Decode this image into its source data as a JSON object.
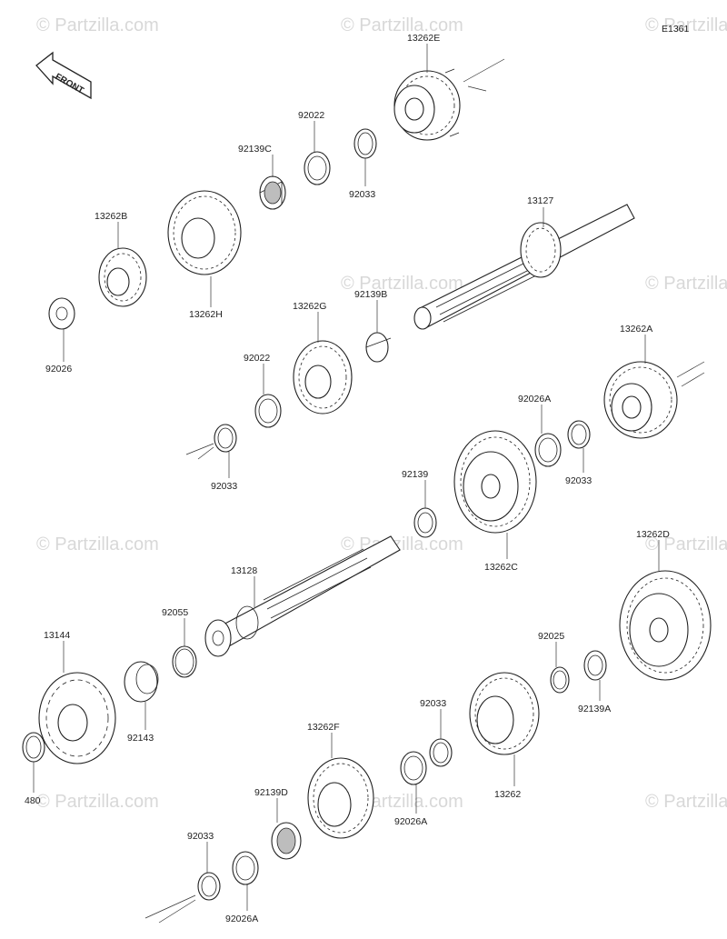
{
  "diagram": {
    "code": "E1361",
    "front_label": "FRONT",
    "watermark_text": "© Partzilla.com",
    "colors": {
      "line": "#222222",
      "watermark": "#d8d8d8",
      "background": "#ffffff"
    }
  },
  "parts": [
    {
      "id": "p_13262E",
      "label": "13262E"
    },
    {
      "id": "p_92022a",
      "label": "92022"
    },
    {
      "id": "p_92139C",
      "label": "92139C"
    },
    {
      "id": "p_92033a",
      "label": "92033"
    },
    {
      "id": "p_13262B",
      "label": "13262B"
    },
    {
      "id": "p_13262H",
      "label": "13262H"
    },
    {
      "id": "p_92026",
      "label": "92026"
    },
    {
      "id": "p_13127",
      "label": "13127"
    },
    {
      "id": "p_13262G",
      "label": "13262G"
    },
    {
      "id": "p_92139B",
      "label": "92139B"
    },
    {
      "id": "p_92022b",
      "label": "92022"
    },
    {
      "id": "p_13262A",
      "label": "13262A"
    },
    {
      "id": "p_92026A_a",
      "label": "92026A"
    },
    {
      "id": "p_92033b",
      "label": "92033"
    },
    {
      "id": "p_92033c",
      "label": "92033"
    },
    {
      "id": "p_92139",
      "label": "92139"
    },
    {
      "id": "p_13262C",
      "label": "13262C"
    },
    {
      "id": "p_13262D",
      "label": "13262D"
    },
    {
      "id": "p_13128",
      "label": "13128"
    },
    {
      "id": "p_92055",
      "label": "92055"
    },
    {
      "id": "p_13144",
      "label": "13144"
    },
    {
      "id": "p_92143",
      "label": "92143"
    },
    {
      "id": "p_480",
      "label": "480"
    },
    {
      "id": "p_92025",
      "label": "92025"
    },
    {
      "id": "p_92139A",
      "label": "92139A"
    },
    {
      "id": "p_92033d",
      "label": "92033"
    },
    {
      "id": "p_13262",
      "label": "13262"
    },
    {
      "id": "p_13262F",
      "label": "13262F"
    },
    {
      "id": "p_92026A_b",
      "label": "92026A"
    },
    {
      "id": "p_92139D",
      "label": "92139D"
    },
    {
      "id": "p_92033e",
      "label": "92033"
    },
    {
      "id": "p_92026A_c",
      "label": "92026A"
    }
  ]
}
